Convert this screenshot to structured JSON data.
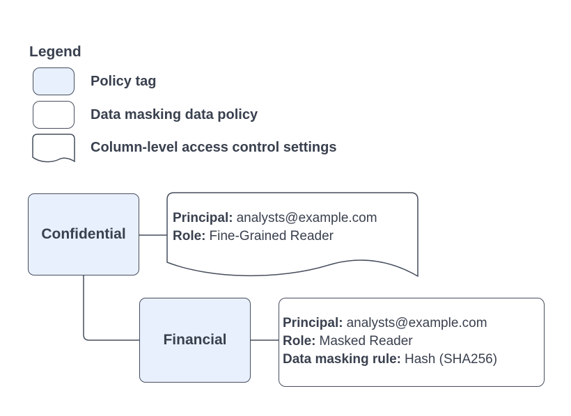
{
  "colors": {
    "background": "#ffffff",
    "policy_tag_fill": "#e8f0fe",
    "shape_stroke": "#454d5c",
    "text": "#39404e"
  },
  "legend": {
    "title": "Legend",
    "items": [
      {
        "swatch": "policy-tag-swatch",
        "label": "Policy tag"
      },
      {
        "swatch": "data-masking-policy-swatch",
        "label": "Data masking data policy"
      },
      {
        "swatch": "column-access-document-swatch",
        "label": "Column-level access control settings"
      }
    ]
  },
  "diagram": {
    "policy_tags": [
      {
        "id": "confidential",
        "label": "Confidential"
      },
      {
        "id": "financial",
        "label": "Financial"
      }
    ],
    "access_control_settings": {
      "shape": "document",
      "fields": [
        {
          "key": "Principal:",
          "value": "analysts@example.com"
        },
        {
          "key": "Role:",
          "value": "Fine-Grained Reader"
        }
      ]
    },
    "data_masking_policy": {
      "shape": "rounded-rectangle",
      "fields": [
        {
          "key": "Principal:",
          "value": "analysts@example.com"
        },
        {
          "key": "Role:",
          "value": "Masked Reader"
        },
        {
          "key": "Data masking rule:",
          "value": "Hash (SHA256)"
        }
      ]
    },
    "connections": [
      {
        "from": "confidential",
        "to": "access_control_settings"
      },
      {
        "from": "confidential",
        "to": "financial"
      },
      {
        "from": "financial",
        "to": "data_masking_policy"
      }
    ]
  }
}
